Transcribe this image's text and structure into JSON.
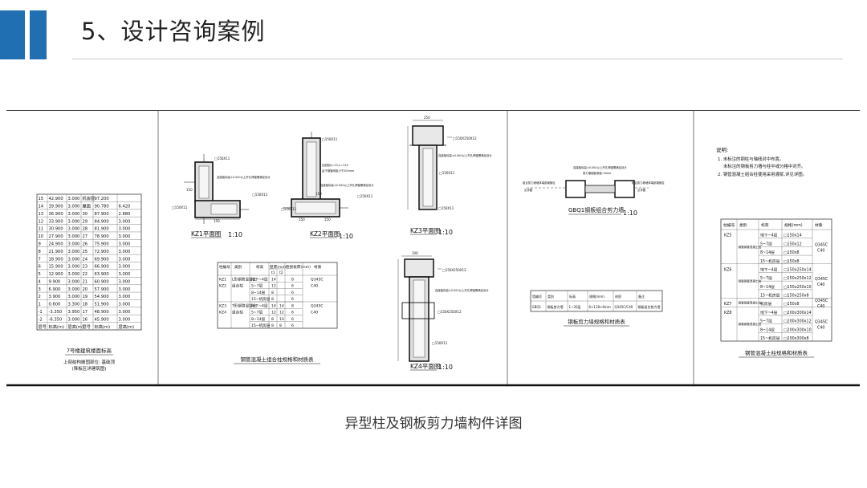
{
  "header": {
    "title": "5、设计咨询案例",
    "accent_color": "#1f6fb2"
  },
  "caption": "异型柱及钢板剪力墙构件详图",
  "panel1": {
    "rows": [
      [
        "15",
        "42.900",
        "3.000",
        "机房层",
        "97.200",
        ""
      ],
      [
        "14",
        "39.900",
        "3.000",
        "屋面",
        "90.780",
        "6.420"
      ],
      [
        "13",
        "36.900",
        "3.000",
        "30",
        "87.900",
        "2.880"
      ],
      [
        "12",
        "33.900",
        "3.000",
        "29",
        "84.900",
        "3.000"
      ],
      [
        "11",
        "30.900",
        "3.000",
        "28",
        "81.900",
        "3.000"
      ],
      [
        "10",
        "27.900",
        "3.000",
        "27",
        "78.900",
        "3.000"
      ],
      [
        "9",
        "24.900",
        "3.000",
        "26",
        "75.900",
        "3.000"
      ],
      [
        "8",
        "21.900",
        "3.000",
        "25",
        "72.900",
        "3.000"
      ],
      [
        "7",
        "18.900",
        "3.000",
        "24",
        "69.900",
        "3.000"
      ],
      [
        "6",
        "15.900",
        "3.000",
        "23",
        "66.900",
        "3.000"
      ],
      [
        "5",
        "12.900",
        "3.000",
        "22",
        "63.900",
        "3.000"
      ],
      [
        "4",
        "9.900",
        "3.000",
        "21",
        "60.900",
        "3.000"
      ],
      [
        "3",
        "6.900",
        "3.000",
        "20",
        "57.900",
        "3.000"
      ],
      [
        "2",
        "3.900",
        "3.000",
        "19",
        "54.900",
        "3.000"
      ],
      [
        "1",
        "0.600",
        "3.300",
        "18",
        "51.900",
        "3.000"
      ],
      [
        "-1",
        "-3.350",
        "3.950",
        "17",
        "48.900",
        "3.000"
      ],
      [
        "-2",
        "-6.350",
        "3.000",
        "16",
        "45.900",
        "3.000"
      ]
    ],
    "footer": [
      "层号",
      "标高(m)",
      "层高(m)",
      "层号",
      "标高(m)",
      "层高(m)"
    ],
    "title": "7号楼建筑楼面标高",
    "note1": "上部结构嵌固部位: 基础顶",
    "note2": "(降板区详建筑图)"
  },
  "panel2": {
    "plans": [
      "KZ1平面图",
      "KZ2平面图"
    ],
    "scale": "1:10",
    "labels": {
      "s1": "□150X11",
      "s2": "□150X11",
      "s3": "□150X11",
      "s4": "□150X11",
      "s5": "□150X11",
      "s6": "□150X11",
      "n1": "连接板标高±0.000以上开孔焊缝需满足设计",
      "n2": "连接板标高±0.000以上开孔焊缝需满足设计",
      "n3": "加劲肋t=13,L=125",
      "n4": "由于钢管间距小于200mm",
      "d1": "150",
      "d2": "150",
      "d3": "150",
      "d4": "150",
      "d5": "150"
    },
    "table": {
      "headers": [
        "柱编号",
        "类别",
        "标高",
        "壁厚(mm)",
        "连接板厚(mm)",
        "材质"
      ],
      "sub": [
        "t1",
        "t2"
      ],
      "rows": [
        [
          "KZ1",
          "L形钢管混凝土",
          "地下~4层",
          "14",
          "",
          "8",
          "Q345C"
        ],
        [
          "KZ2",
          "组合柱",
          "5~7层",
          "12",
          "",
          "6",
          "C40"
        ],
        [
          "",
          "",
          "8~14层",
          "8",
          "",
          "6",
          ""
        ],
        [
          "",
          "",
          "15~机房层",
          "8",
          "",
          "6",
          ""
        ],
        [
          "KZ3",
          "T形钢管混凝土",
          "地下~4层",
          "14",
          "14",
          "8",
          "Q345C"
        ],
        [
          "KZ4",
          "组合柱",
          "5~7层",
          "12",
          "12",
          "6",
          "C40"
        ],
        [
          "",
          "",
          "8~14层",
          "8",
          "10",
          "6",
          ""
        ],
        [
          "",
          "",
          "15~机房层",
          "8",
          "8",
          "6",
          ""
        ]
      ],
      "title": "钢管混凝土组合柱规格和材质表"
    }
  },
  "panel3": {
    "plans": [
      "KZ3平面图",
      "KZ4平面图"
    ],
    "scale": "1:10",
    "labels": {
      "t1": "□150X250X12",
      "t2": "□150X11",
      "t3": "□150X11",
      "t4": "□150X250X12",
      "t5": "□150X250X12",
      "t6": "□150X11",
      "n1": "连接板标高±0.000以上开孔焊缝需满足设计",
      "n2": "连接板标高±0.000以上开孔焊缝需满足设计",
      "d1": "250",
      "d2": "100"
    }
  },
  "panel4": {
    "plan": "GBQ1钢板组合剪力墙",
    "scale": "1:10",
    "labels": {
      "n1": "连接板标高±0.000以上开孔焊缝需满足设计",
      "n2": "剪力墙钢板厚度=6mm",
      "left": "组合剪力墙墙体端部钢管柱",
      "right": "组合剪力墙墙体端部钢管柱",
      "sl": "见详图",
      "sr": "见详图"
    },
    "table": {
      "headers": [
        "墙编号",
        "类别",
        "标高",
        "规格(mm)",
        "材质",
        "备注"
      ],
      "row": [
        "GBQ1",
        "钢板剪力墙",
        "1~30层",
        "6+118+6mm",
        "Q345C/C40",
        "钢板组合剪力墙"
      ],
      "title": "钢板剪力墙规格和材质表"
    }
  },
  "panel5": {
    "notes_title": "说明:",
    "notes": [
      "1. 未标注的钢柱与轴线对中布置。",
      "未标注的钢板剪力墙与柱中或分格中对齐。",
      "2. 钢管混凝土组合柱使用采用灌浆,详见详图。"
    ],
    "table": {
      "headers": [
        "柱编号",
        "类别",
        "标高",
        "规格(mm)",
        "材质"
      ],
      "rows": [
        [
          "KZ5",
          "地下~4层",
          "□150x14"
        ],
        [
          "",
          "5~7层",
          "□150x12"
        ],
        [
          "",
          "8~14层",
          "□150x8"
        ],
        [
          "",
          "15~机房层",
          "□150x8"
        ],
        [
          "KZ6",
          "地下~4层",
          "□150x250x14"
        ],
        [
          "",
          "5~7层",
          "□150x250x12"
        ],
        [
          "",
          "8~14层",
          "□150x250x10"
        ],
        [
          "",
          "15~机房层",
          "□150x250x8"
        ],
        [
          "KZ7",
          "机房层",
          "□150x8"
        ],
        [
          "KZ8",
          "地下~4层",
          "□200x300x14"
        ],
        [
          "",
          "5~7层",
          "□200x300x12"
        ],
        [
          "",
          "8~14层",
          "□200x300x10"
        ],
        [
          "",
          "15~机房层",
          "□200x300x8"
        ]
      ],
      "cat": "钢管钢管混凝土柱",
      "mat": [
        "Q345C",
        "C40"
      ],
      "title": "钢管混凝土柱规格和材质表"
    }
  }
}
